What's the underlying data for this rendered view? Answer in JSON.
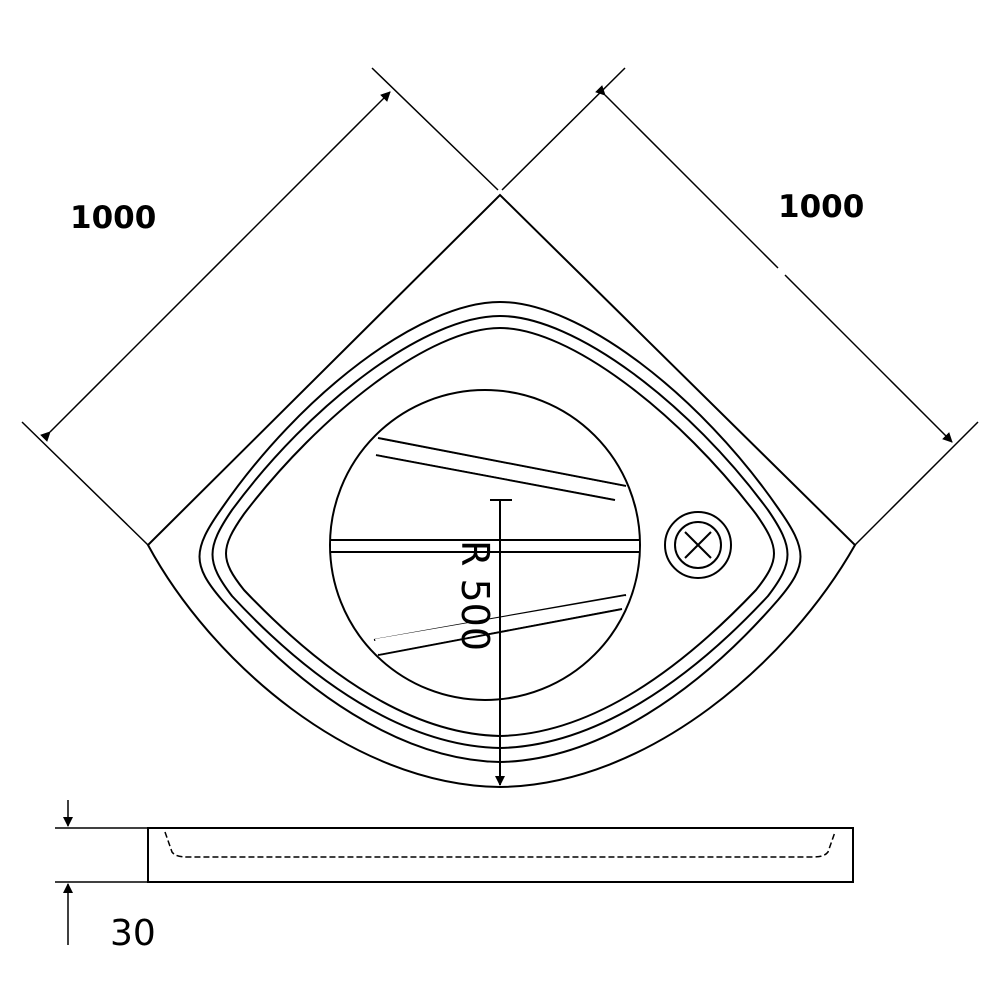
{
  "dimensions": {
    "left_width": "1000",
    "right_width": "1000",
    "radius": "R 500",
    "height": "30"
  },
  "colors": {
    "line": "#000000",
    "background": "#ffffff"
  }
}
